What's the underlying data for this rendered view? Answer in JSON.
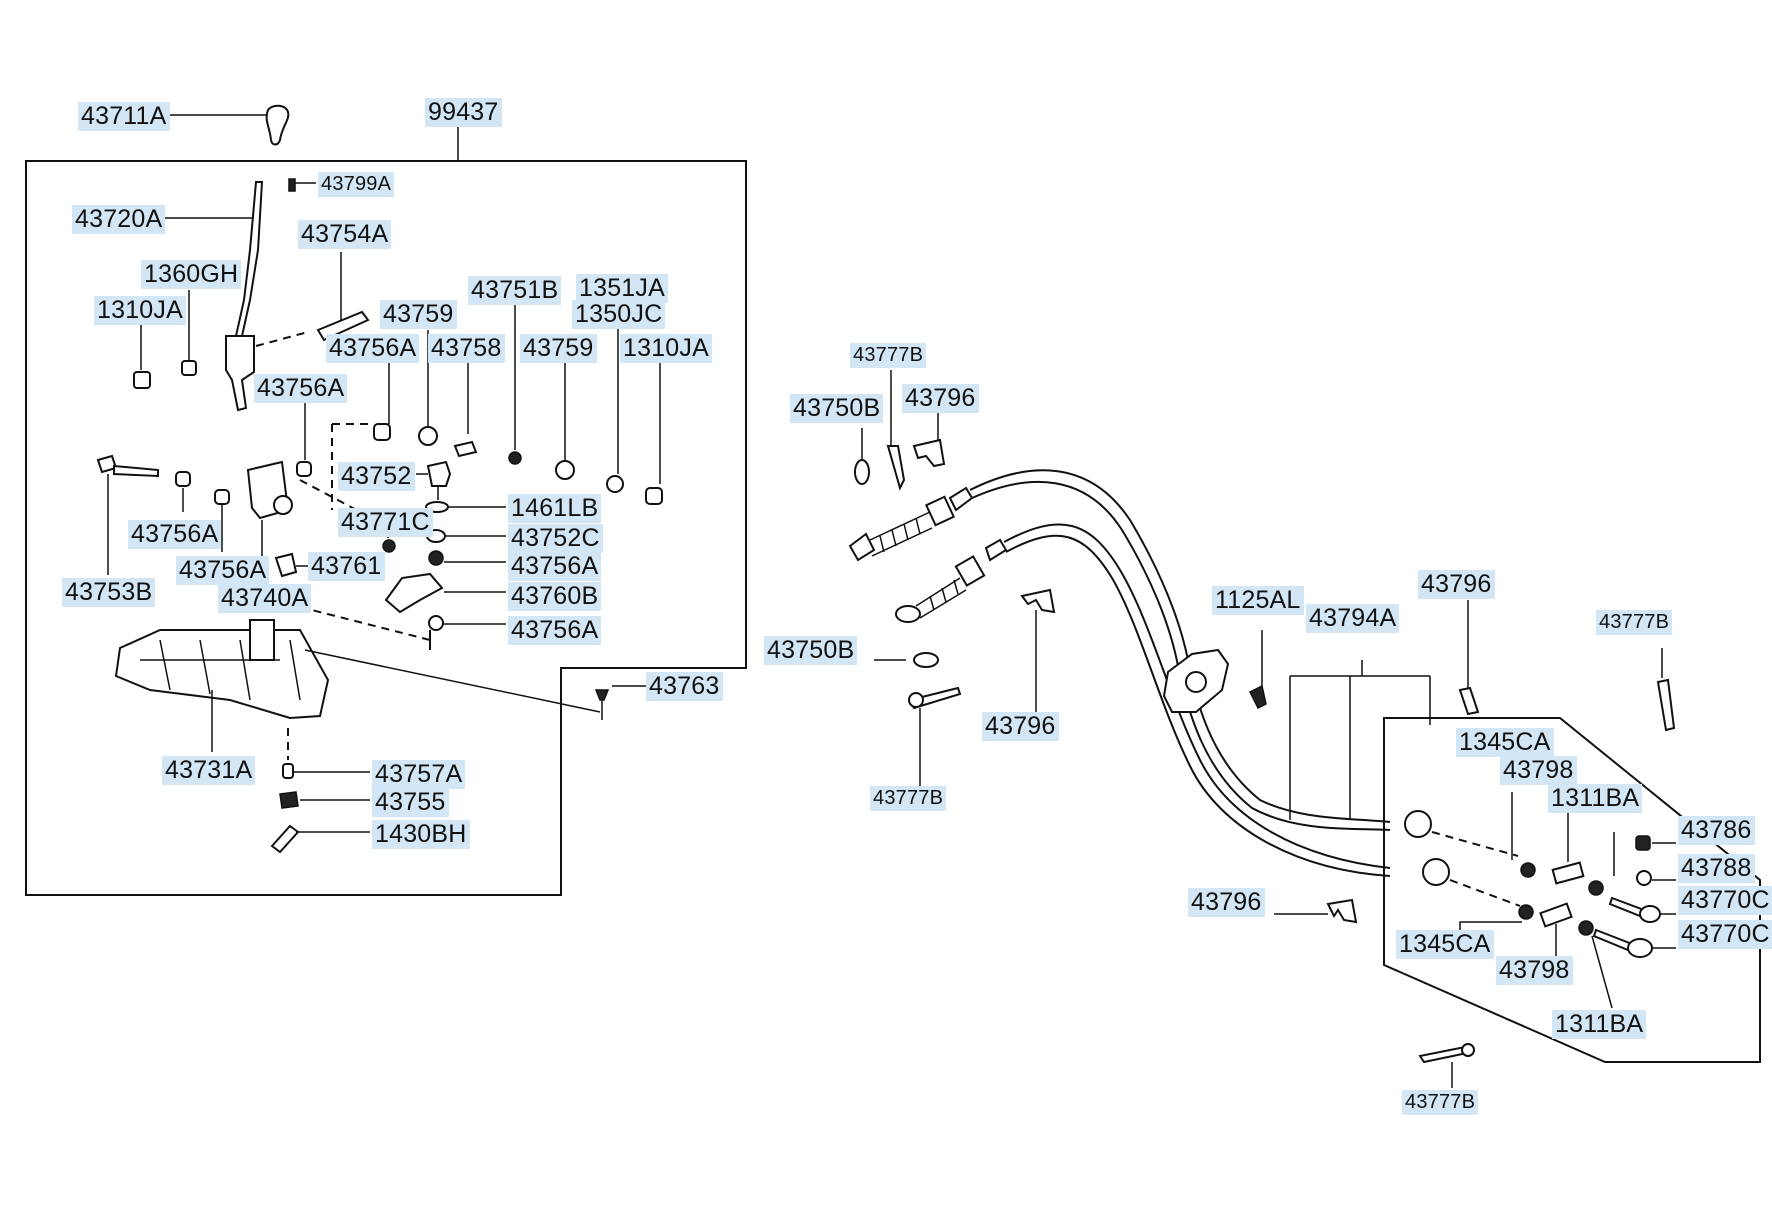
{
  "labels": {
    "l43711A": "43711A",
    "l99437": "99437",
    "l43799A": "43799A",
    "l43720A": "43720A",
    "l43754A": "43754A",
    "l1360GH": "1360GH",
    "l1310JA_a": "1310JA",
    "l43759_a": "43759",
    "l43751B": "43751B",
    "l1351JA": "1351JA",
    "l1350JC": "1350JC",
    "l43756A_a": "43756A",
    "l43758": "43758",
    "l43759_b": "43759",
    "l1310JA_b": "1310JA",
    "l43756A_b": "43756A",
    "l43752": "43752",
    "l1461LB": "1461LB",
    "l43771C": "43771C",
    "l43752C": "43752C",
    "l43756A_c": "43756A",
    "l43756A_d": "43756A",
    "l43756A_e": "43756A",
    "l43761": "43761",
    "l43753B": "43753B",
    "l43740A": "43740A",
    "l43760B": "43760B",
    "l43756A_f": "43756A",
    "l43763": "43763",
    "l43731A": "43731A",
    "l43757A": "43757A",
    "l43755": "43755",
    "l1430BH": "1430BH",
    "l43777B_a": "43777B",
    "l43750B_a": "43750B",
    "l43796_a": "43796",
    "l43750B_b": "43750B",
    "l43777B_b": "43777B",
    "l43796_b": "43796",
    "l1125AL": "1125AL",
    "l43794A": "43794A",
    "l43796_c": "43796",
    "l43777B_c": "43777B",
    "l1345CA_a": "1345CA",
    "l43798_a": "43798",
    "l1311BA_a": "1311BA",
    "l43786": "43786",
    "l43788": "43788",
    "l43770C_a": "43770C",
    "l43770C_b": "43770C",
    "l43796_d": "43796",
    "l1345CA_b": "1345CA",
    "l43798_b": "43798",
    "l1311BA_b": "1311BA",
    "l43777B_d": "43777B"
  },
  "colors": {
    "label_highlight": "#d2e6f6",
    "line": "#111111"
  }
}
